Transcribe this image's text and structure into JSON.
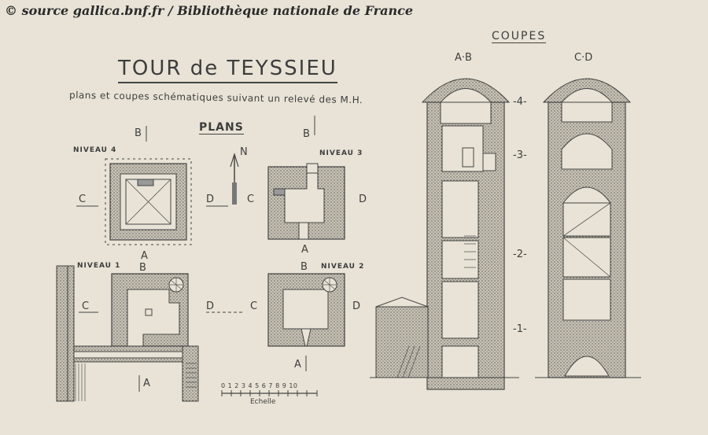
{
  "source": "© source gallica.bnf.fr / Bibliothèque nationale de France",
  "title": "TOUR de TEYSSIEU",
  "subtitle": "plans et coupes schématiques suivant un relevé des M.H.",
  "plans_heading": "PLANS",
  "coupes_heading": "COUPES",
  "section_labels": {
    "ab": "A·B",
    "cd": "C·D"
  },
  "levels": {
    "n4": "NIVEAU 4",
    "n3": "NIVEAU 3",
    "n2": "NIVEAU 2",
    "n1": "NIVEAU 1"
  },
  "markers": {
    "a": "A",
    "b": "B",
    "c": "C",
    "d": "D",
    "n": "N"
  },
  "level_marks": [
    "-4-",
    "-3-",
    "-2-",
    "-1-"
  ],
  "scale": {
    "ticks": "0 1 2 3 4 5 6 7 8 9 10",
    "label": "Echelle"
  }
}
